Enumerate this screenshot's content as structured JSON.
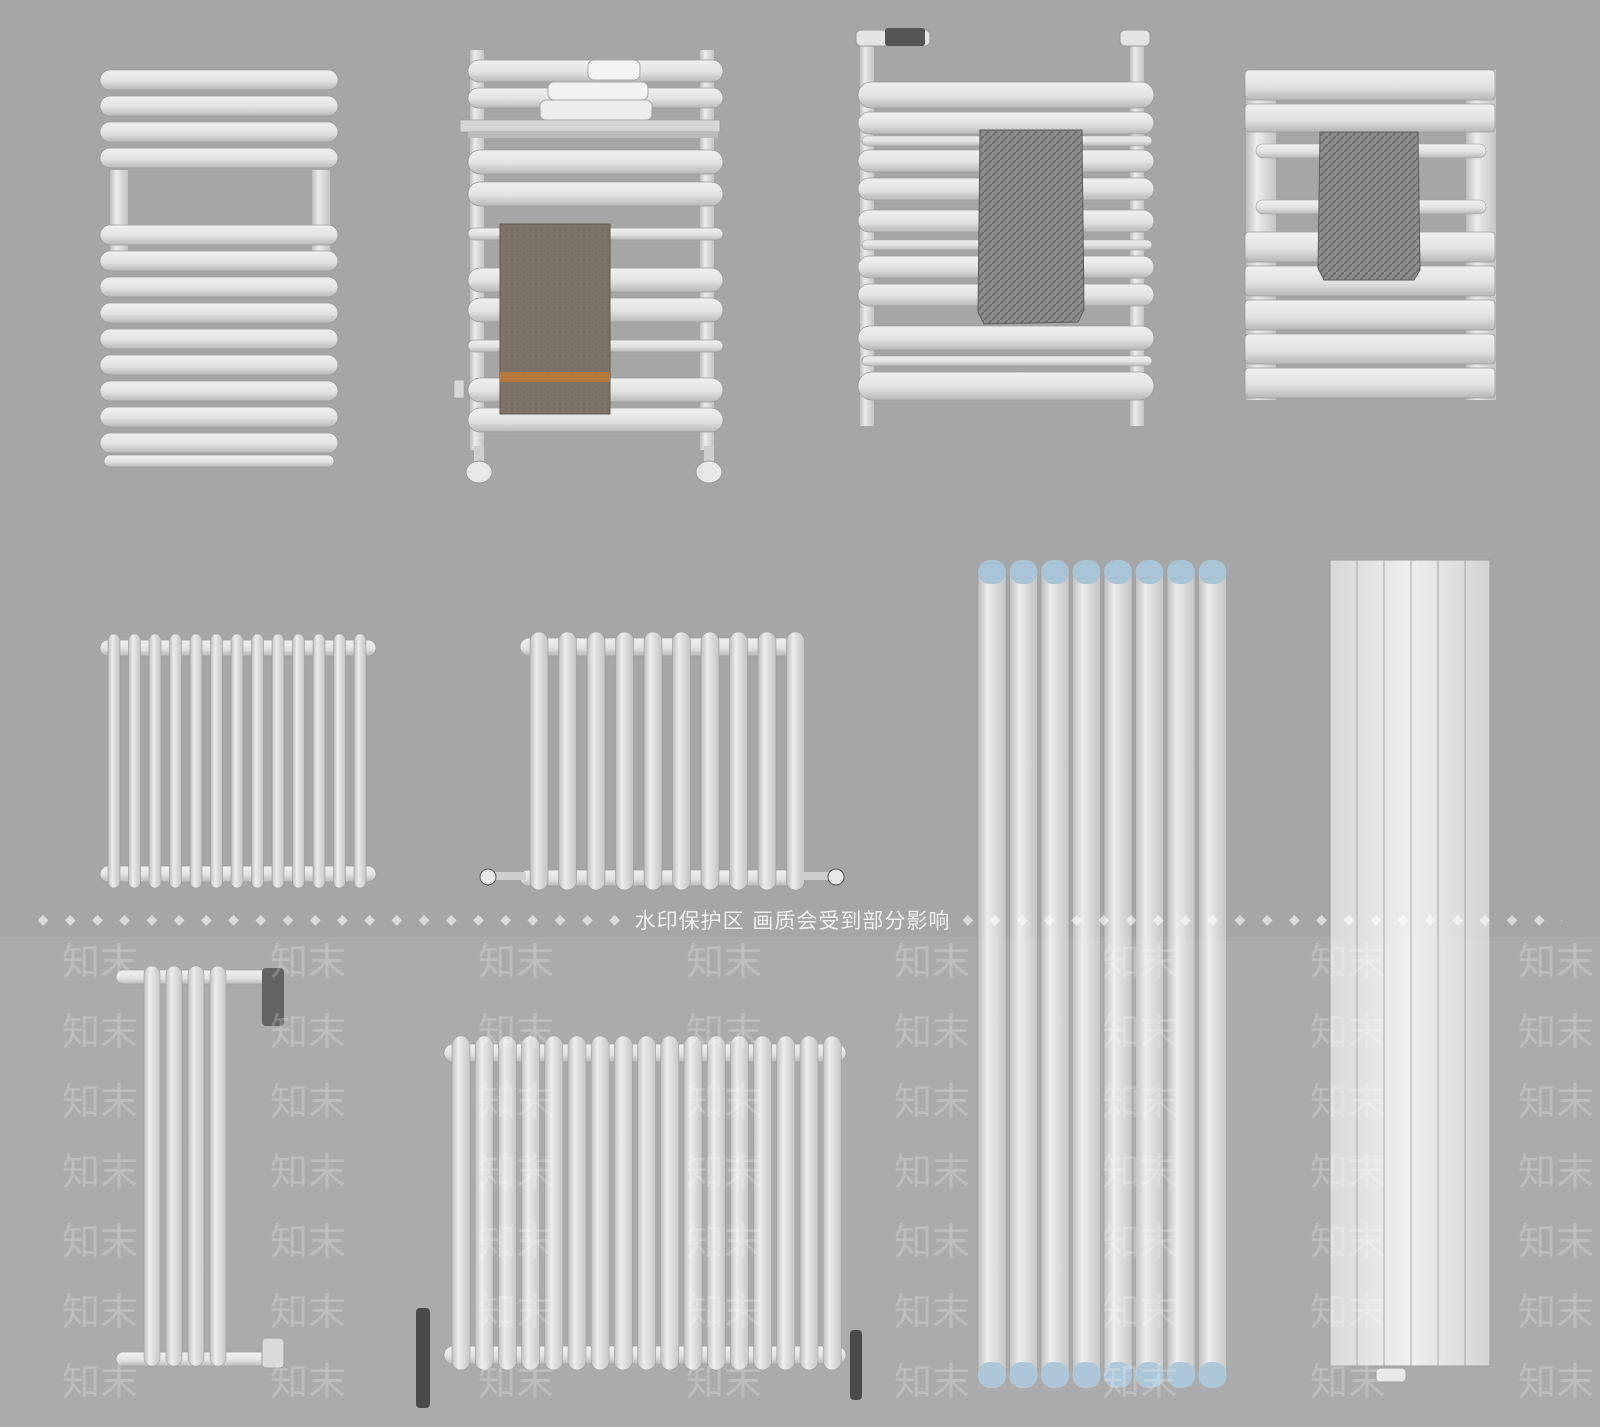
{
  "watermark": {
    "banner_text": "水印保护区   画质会受到部分影响",
    "tile_text": "知末",
    "small_text": "知末"
  },
  "palette": {
    "background": "#a6a6a6",
    "metal": "#e6e6e6",
    "metal_shade": "#bdbdbd",
    "metal_edge": "#9a9a9a",
    "towel_brown": "#7f7468",
    "towel_stripe": "#b5793e",
    "towel_grey": "#8a8a8a",
    "pipe_cap_blue": "#a9c4d6",
    "valve_dark": "#3f3f3f"
  },
  "products": [
    {
      "id": "towel-rail-flat",
      "kind": "towel-rail"
    },
    {
      "id": "towel-rail-with-shelf",
      "kind": "towel-rail"
    },
    {
      "id": "towel-rail-with-valves",
      "kind": "towel-rail"
    },
    {
      "id": "towel-rail-compact",
      "kind": "towel-rail"
    },
    {
      "id": "column-radiator-small",
      "kind": "column-radiator"
    },
    {
      "id": "column-radiator-valved",
      "kind": "column-radiator"
    },
    {
      "id": "column-radiator-tall-blue",
      "kind": "tall-column"
    },
    {
      "id": "flat-panel-tall",
      "kind": "flat-panel"
    },
    {
      "id": "column-radiator-narrow",
      "kind": "column-radiator"
    },
    {
      "id": "column-radiator-classic",
      "kind": "column-radiator"
    }
  ]
}
